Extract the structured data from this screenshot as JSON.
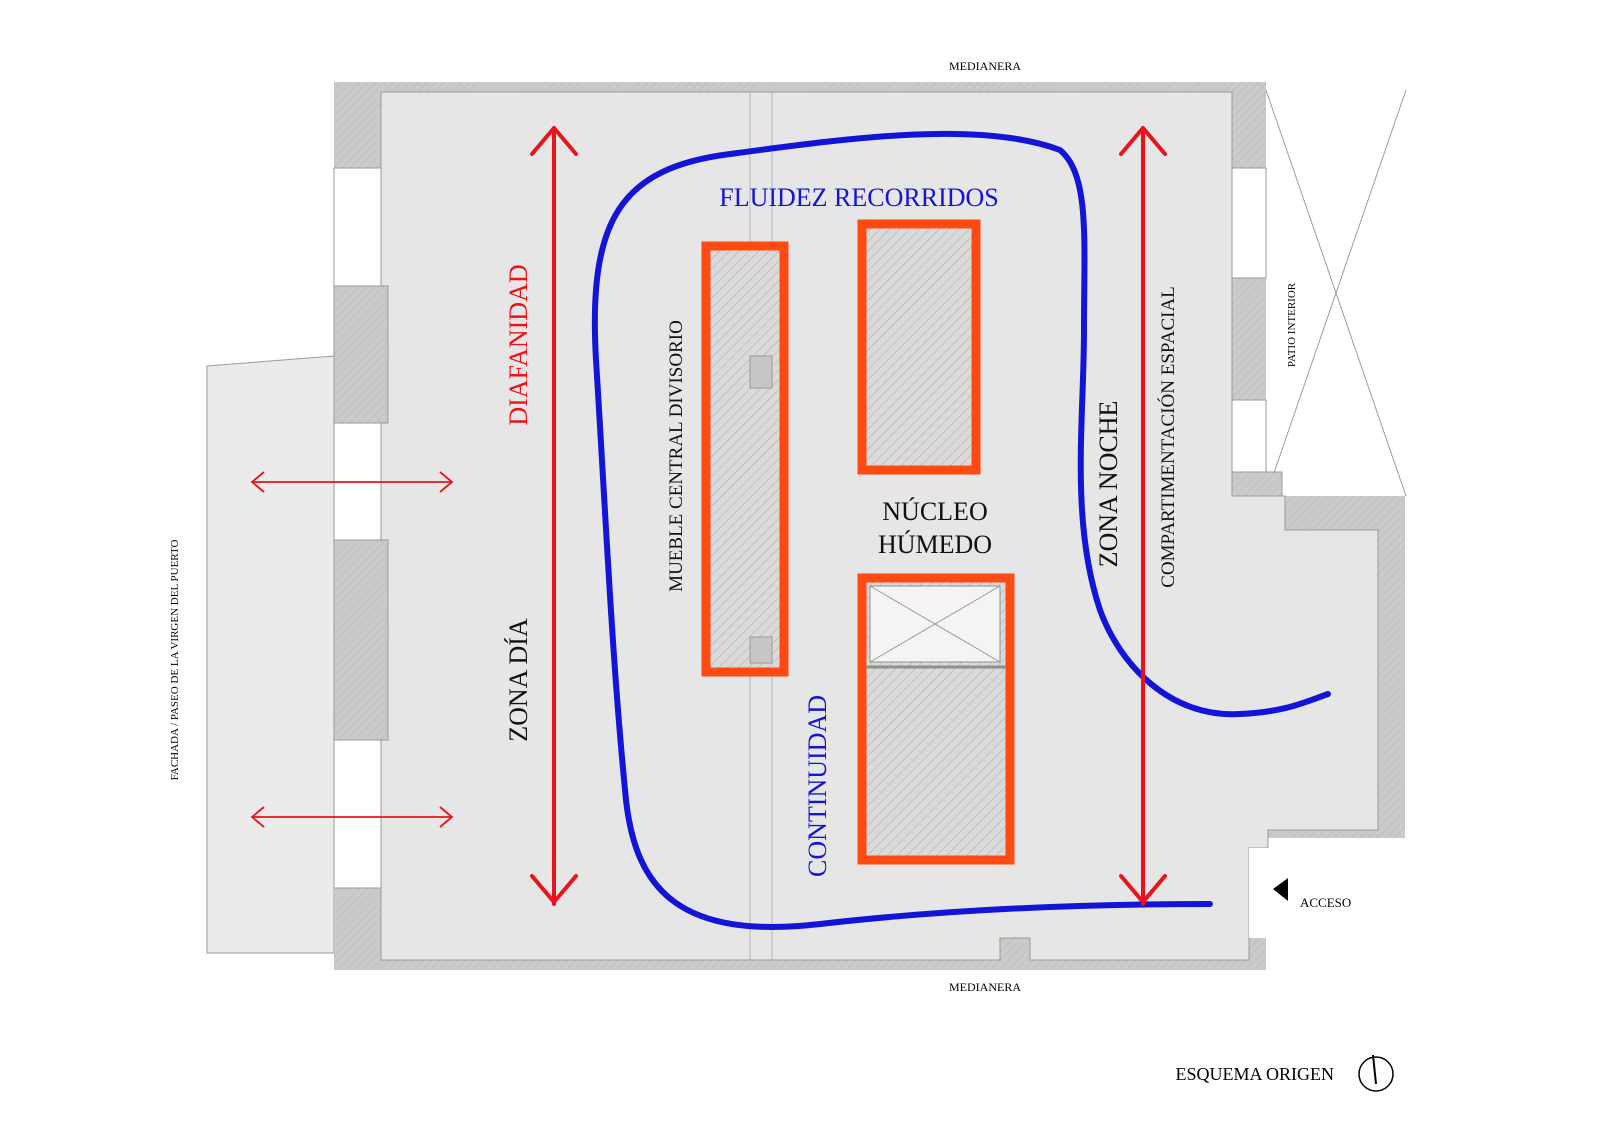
{
  "labels": {
    "medianera_top": "MEDIANERA",
    "medianera_bottom": "MEDIANERA",
    "fachada": "FACHADA / PASEO DE LA VIRGEN DEL PUERTO",
    "patio_interior": "PATIO INTERIOR",
    "acceso": "ACCESO",
    "diafanidad": "DIAFANIDAD",
    "zona_dia": "ZONA DÍA",
    "mueble_central": "MUEBLE CENTRAL DIVISORIO",
    "continuidad": "CONTINUIDAD",
    "fluidez": "FLUIDEZ RECORRIDOS",
    "nucleo_line1": "NÚCLEO",
    "nucleo_line2": "HÚMEDO",
    "zona_noche": "ZONA NOCHE",
    "compartimentacion": "COMPARTIMENTACIÓN ESPACIAL",
    "esquema_origen": "ESQUEMA ORIGEN"
  },
  "colors": {
    "red": "#e8131b",
    "orange": "#ff4a12",
    "blue": "#1414d8",
    "floor": "#e6e6e6",
    "wall": "#c9c9c9"
  },
  "icons": [
    "north-arrow-icon",
    "access-arrow-icon"
  ]
}
